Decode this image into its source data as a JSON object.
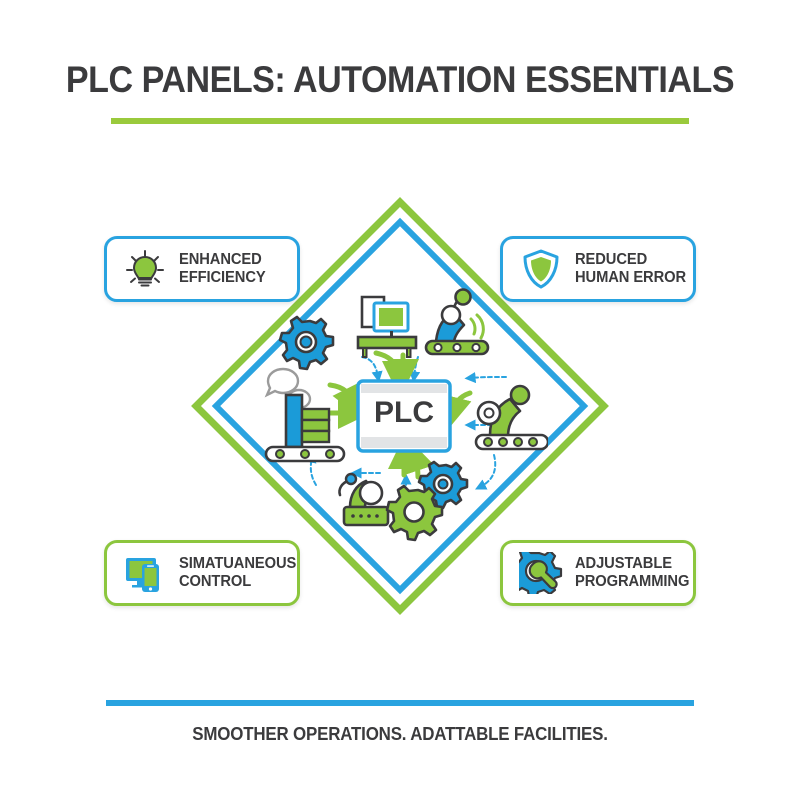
{
  "header": {
    "title": "PLC PANELS: AUTOMATION ESSENTIALS"
  },
  "footer": {
    "tagline": "SMOOTHER OPERATIONS. ADATTABLE FACILITIES."
  },
  "center": {
    "label": "PLC"
  },
  "badges": [
    {
      "id": "top-left",
      "label": "ENHANCED\nEFFICIENCY",
      "icon": "lightbulb-icon",
      "border_color": "#29A3E0"
    },
    {
      "id": "top-right",
      "label": "REDUCED\nHUMAN ERROR",
      "icon": "shield-icon",
      "border_color": "#29A3E0"
    },
    {
      "id": "bottom-left",
      "label": "SIMATUANEOUS\nCONTROL",
      "icon": "devices-icon",
      "border_color": "#8CC63E"
    },
    {
      "id": "bottom-right",
      "label": "ADJUSTABLE\nPROGRAMMING",
      "icon": "gear-wrench-icon",
      "border_color": "#8CC63E"
    }
  ],
  "diagram_nodes": [
    {
      "name": "gear-top-left",
      "color": "#1B9BD8"
    },
    {
      "name": "workstation-monitor",
      "color": "#8CC63E"
    },
    {
      "name": "robot-arm-top-right",
      "color": "#1B9BD8"
    },
    {
      "name": "conveyor-boxes-left",
      "color": "#1B9BD8"
    },
    {
      "name": "speech-bubbles",
      "color": "#9b9b9b"
    },
    {
      "name": "robot-arm-right",
      "color": "#8CC63E"
    },
    {
      "name": "robot-arm-bottom-left",
      "color": "#8CC63E"
    },
    {
      "name": "gears-bottom",
      "color": "#8CC63E"
    }
  ],
  "colors": {
    "green": "#8CC63E",
    "green_title_rule": "#9ACA3C",
    "blue": "#29A3E0",
    "blue_deep": "#1B9BD8",
    "dark_text": "#3b3b3d",
    "outline": "#3b3b3d",
    "grey": "#9b9b9b"
  }
}
